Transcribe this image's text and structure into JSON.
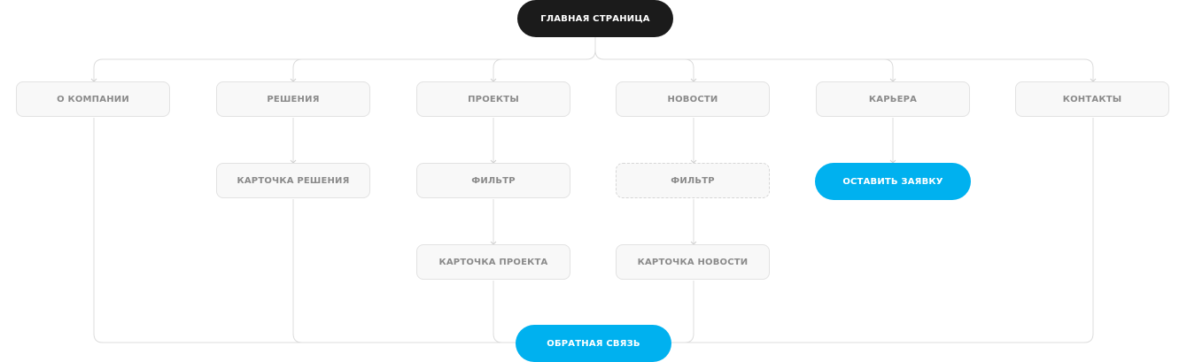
{
  "root": {
    "label": "ГЛАВНАЯ СТРАНИЦА"
  },
  "sections": [
    {
      "label": "О КОМПАНИИ"
    },
    {
      "label": "РЕШЕНИЯ",
      "children": [
        "КАРТОЧКА РЕШЕНИЯ"
      ]
    },
    {
      "label": "ПРОЕКТЫ",
      "children": [
        "ФИЛЬТР",
        "КАРТОЧКА ПРОЕКТА"
      ]
    },
    {
      "label": "НОВОСТИ",
      "children": [
        "ФИЛЬТР",
        "КАРТОЧКА НОВОСТИ"
      ]
    },
    {
      "label": "КАРЬЕРА",
      "children": [
        "ОСТАВИТЬ ЗАЯВКУ"
      ]
    },
    {
      "label": "КОНТАКТЫ"
    }
  ],
  "feedback": {
    "label": "ОБРАТНАЯ СВЯЗЬ"
  },
  "colors": {
    "accent": "#00b1ef",
    "root": "#1b1b1b",
    "line": "#dedede"
  }
}
